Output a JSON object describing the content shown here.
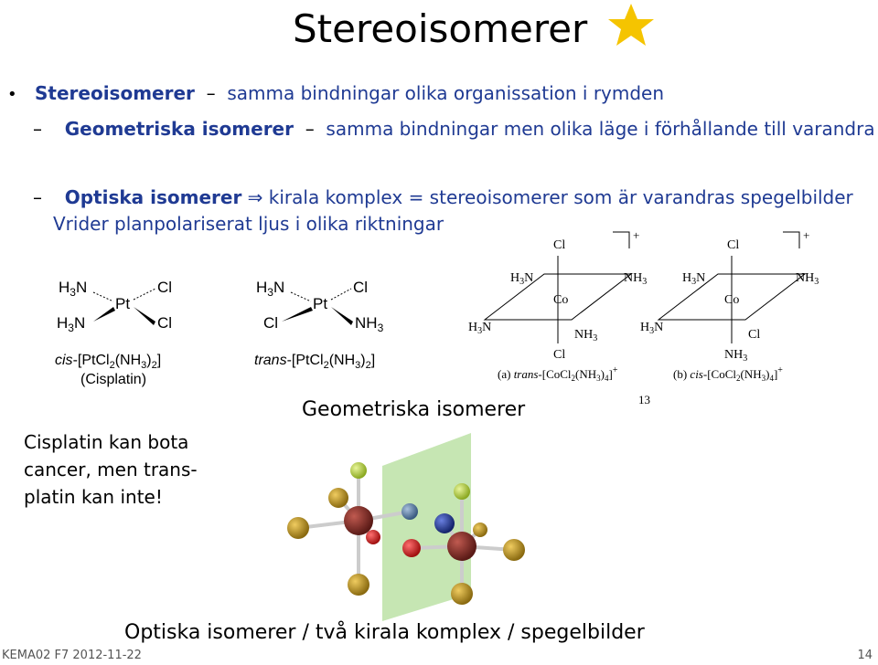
{
  "slide": {
    "title": "Stereoisomerer",
    "star_icon": "star-icon",
    "line1_bold": "Stereoisomerer",
    "line1_rest": "samma bindningar olika organissation i rymden",
    "line2_dash": "–",
    "line2_bold": "Geometriska isomerer",
    "line2_rest": "samma bindningar men olika läge i förhållande till varandra",
    "line3_dash": "–",
    "line3_bold": "Optiska isomerer",
    "line3_arrow": "⇒",
    "line3_rest": "kirala komplex = stereoisomerer som är varandras spegelbilder",
    "line3b": "Vrider planpolariserat ljus i olika riktningar",
    "geom_label": "Geometriska isomerer",
    "cancer_text_1": "Cisplatin kan bota",
    "cancer_text_2": "cancer, men trans-",
    "cancer_text_3": "platin kan inte!",
    "optical_caption": "Optiska isomerer / två kirala komplex / spegelbilder",
    "footer_left": "KEMA02 F7 2012-11-22",
    "footer_right": "14",
    "fig_number": "13"
  },
  "cisplatin": {
    "h3n_top": "H 3 N",
    "h3n_bottom": "H 3 N",
    "pt": "Pt",
    "cl_top": "Cl",
    "cl_bottom": "Cl",
    "formula_prefix": "cis",
    "formula_rest": "-[PtCl 2 (NH 3 ) 2 ]",
    "name": "(Cisplatin)"
  },
  "transplatin": {
    "h3n_top": "H 3 N",
    "cl_left": "Cl",
    "pt": "Pt",
    "cl_top": "Cl",
    "nh3_bottom": "NH 3",
    "formula_prefix": "trans",
    "formula_rest": "-[PtCl 2 (NH 3 ) 2 ]"
  },
  "cobalt": {
    "a": {
      "cl_top": "Cl",
      "cl_bottom": "Cl",
      "h3n_left_top": "H 3 N",
      "h3n_left_bottom": "H 3 N",
      "nh3_right_top": "NH 3",
      "nh3_mid": "NH 3",
      "co": "Co",
      "charge": "+",
      "caption": "(a) trans-[CoCl 2 (NH 3 ) 4 ] +"
    },
    "b": {
      "cl_top": "Cl",
      "nh3_bottom": "NH 3",
      "h3n_left_top": "H 3 N",
      "h3n_left_bottom": "H 3 N",
      "nh3_right_top": "NH 3",
      "cl_mid": "Cl",
      "co": "Co",
      "charge": "+",
      "caption": "(b) cis-[CoCl 2 (NH 3 ) 4 ] +"
    }
  },
  "colors": {
    "text_blue": "#1f3a93",
    "star": "#f5c400",
    "mirror_green": "#b8e0a0",
    "atom_brown": "#7a2a24",
    "atom_gold": "#b8901a",
    "atom_yellowgreen": "#b9d640",
    "atom_red": "#d22020",
    "atom_blue": "#2a3fa8",
    "atom_grayblue": "#5a7aa0"
  }
}
